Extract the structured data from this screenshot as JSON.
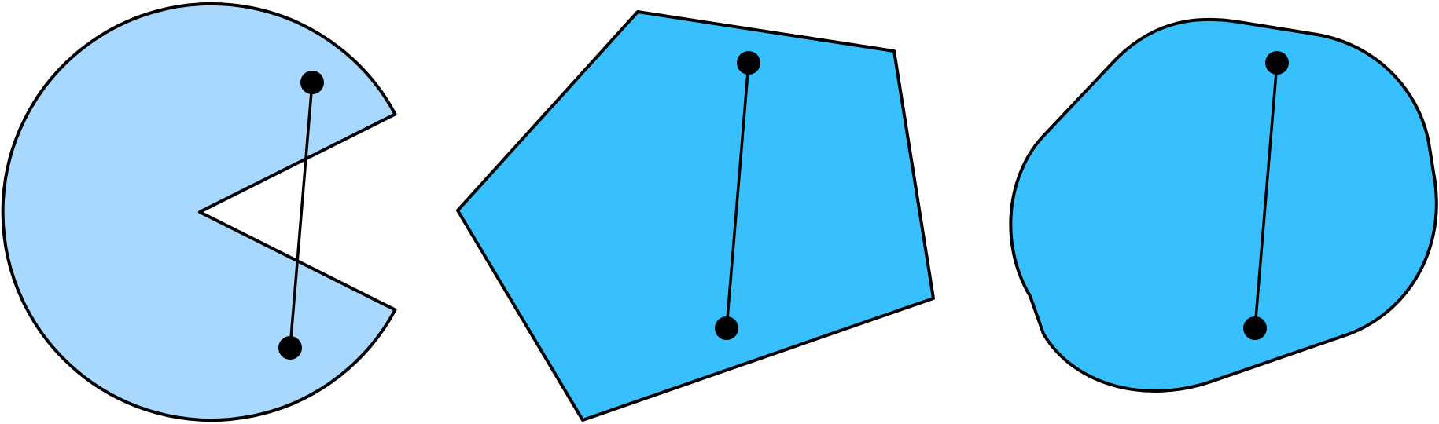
{
  "colors": {
    "background": "#ffffff",
    "outline": "#000000",
    "light_blue_fill": "#a8d8fd",
    "bright_blue_fill": "#38bffd",
    "endpoint": "#000000"
  },
  "shapes": [
    {
      "kind": "non-convex-sector",
      "fill": "light_blue_fill",
      "segment_crosses_boundary": true
    },
    {
      "kind": "convex-pentagon",
      "fill": "bright_blue_fill",
      "segment_crosses_boundary": false
    },
    {
      "kind": "rounded-convex-shape",
      "fill": "bright_blue_fill",
      "segment_crosses_boundary": false
    }
  ]
}
